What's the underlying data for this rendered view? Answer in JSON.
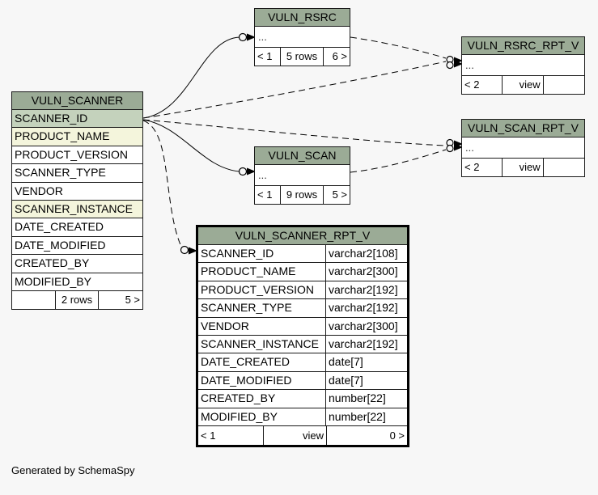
{
  "page": {
    "footer_note": "Generated by SchemaSpy"
  },
  "colors": {
    "header_bg": "#9BAB96",
    "pk_bg": "#C4D2BC",
    "indexed_bg": "#F4F5DC",
    "page_bg": "#f7f7f7",
    "border": "#1a1a1a"
  },
  "tables": {
    "vuln_scanner": {
      "title": "VULN_SCANNER",
      "columns": [
        {
          "name": "SCANNER_ID",
          "style": "pk"
        },
        {
          "name": "PRODUCT_NAME",
          "style": "indexed"
        },
        {
          "name": "PRODUCT_VERSION"
        },
        {
          "name": "SCANNER_TYPE"
        },
        {
          "name": "VENDOR"
        },
        {
          "name": "SCANNER_INSTANCE",
          "style": "indexed"
        },
        {
          "name": "DATE_CREATED"
        },
        {
          "name": "DATE_MODIFIED"
        },
        {
          "name": "CREATED_BY"
        },
        {
          "name": "MODIFIED_BY"
        }
      ],
      "footer": {
        "left": "",
        "center": "2 rows",
        "right": "5 >"
      }
    },
    "vuln_rsrc": {
      "title": "VULN_RSRC",
      "collapsed": "...",
      "footer": {
        "left": "< 1",
        "center": "5 rows",
        "right": "6 >"
      }
    },
    "vuln_scan": {
      "title": "VULN_SCAN",
      "collapsed": "...",
      "footer": {
        "left": "< 1",
        "center": "9 rows",
        "right": "5 >"
      }
    },
    "vuln_rsrc_rpt_v": {
      "title": "VULN_RSRC_RPT_V",
      "collapsed": "...",
      "footer": {
        "left": "< 2",
        "center": "view",
        "right": ""
      }
    },
    "vuln_scan_rpt_v": {
      "title": "VULN_SCAN_RPT_V",
      "collapsed": "...",
      "footer": {
        "left": "< 2",
        "center": "view",
        "right": ""
      }
    },
    "vuln_scanner_rpt_v": {
      "title": "VULN_SCANNER_RPT_V",
      "columns": [
        {
          "name": "SCANNER_ID",
          "type": "varchar2[108]"
        },
        {
          "name": "PRODUCT_NAME",
          "type": "varchar2[300]"
        },
        {
          "name": "PRODUCT_VERSION",
          "type": "varchar2[192]"
        },
        {
          "name": "SCANNER_TYPE",
          "type": "varchar2[192]"
        },
        {
          "name": "VENDOR",
          "type": "varchar2[300]"
        },
        {
          "name": "SCANNER_INSTANCE",
          "type": "varchar2[192]"
        },
        {
          "name": "DATE_CREATED",
          "type": "date[7]"
        },
        {
          "name": "DATE_MODIFIED",
          "type": "date[7]"
        },
        {
          "name": "CREATED_BY",
          "type": "number[22]"
        },
        {
          "name": "MODIFIED_BY",
          "type": "number[22]"
        }
      ],
      "footer": {
        "left": "< 1",
        "center": "view",
        "right": "0 >"
      }
    }
  },
  "relationships": [
    {
      "from": "VULN_SCANNER.SCANNER_ID",
      "to": "VULN_RSRC",
      "style": "solid"
    },
    {
      "from": "VULN_SCANNER.SCANNER_ID",
      "to": "VULN_SCAN",
      "style": "solid"
    },
    {
      "from": "VULN_SCANNER.SCANNER_ID",
      "to": "VULN_RSRC_RPT_V",
      "style": "dashed"
    },
    {
      "from": "VULN_SCANNER.SCANNER_ID",
      "to": "VULN_SCAN_RPT_V",
      "style": "dashed"
    },
    {
      "from": "VULN_SCANNER.SCANNER_ID",
      "to": "VULN_SCANNER_RPT_V",
      "style": "dashed"
    },
    {
      "from": "VULN_RSRC",
      "to": "VULN_RSRC_RPT_V",
      "style": "dashed"
    },
    {
      "from": "VULN_SCAN",
      "to": "VULN_SCAN_RPT_V",
      "style": "dashed"
    }
  ]
}
